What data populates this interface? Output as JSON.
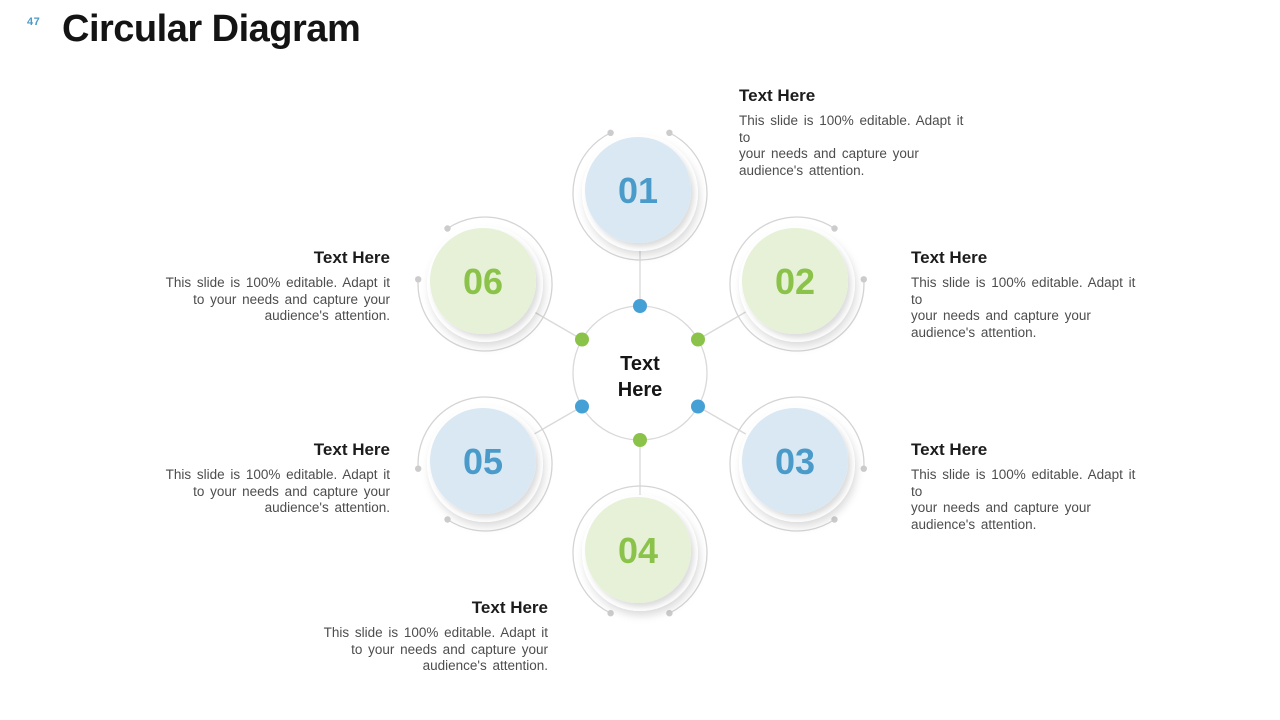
{
  "slide": {
    "number": "47",
    "title": "Circular Diagram"
  },
  "colors": {
    "blue": "#4a9bc9",
    "light_blue": "#d9e8f3",
    "green": "#8bc34a",
    "light_green": "#e6f1d8",
    "dot_blue": "#45a0d6",
    "dot_green": "#8bc34a",
    "line_gray": "#d9d9d9",
    "arc_gray": "#d4d4d4"
  },
  "center": {
    "line1": "Text",
    "line2": "Here"
  },
  "items": [
    {
      "number": "01",
      "heading": "Text Here",
      "body": "This slide is 100% editable. Adapt it to\nyour needs and capture your\naudience's  attention."
    },
    {
      "number": "02",
      "heading": "Text Here",
      "body": "This slide is 100% editable. Adapt it to\nyour needs and capture your\naudience's  attention."
    },
    {
      "number": "03",
      "heading": "Text Here",
      "body": "This slide is 100% editable. Adapt it to\nyour needs and capture your\naudience's  attention."
    },
    {
      "number": "04",
      "heading": "Text Here",
      "body": "This slide is 100% editable. Adapt it\nto your needs and capture your\naudience's  attention."
    },
    {
      "number": "05",
      "heading": "Text Here",
      "body": "This slide is 100% editable. Adapt it\nto your needs and capture your\naudience's  attention."
    },
    {
      "number": "06",
      "heading": "Text Here",
      "body": "This slide is 100% editable. Adapt it\nto your needs and capture your\naudience's  attention."
    }
  ]
}
